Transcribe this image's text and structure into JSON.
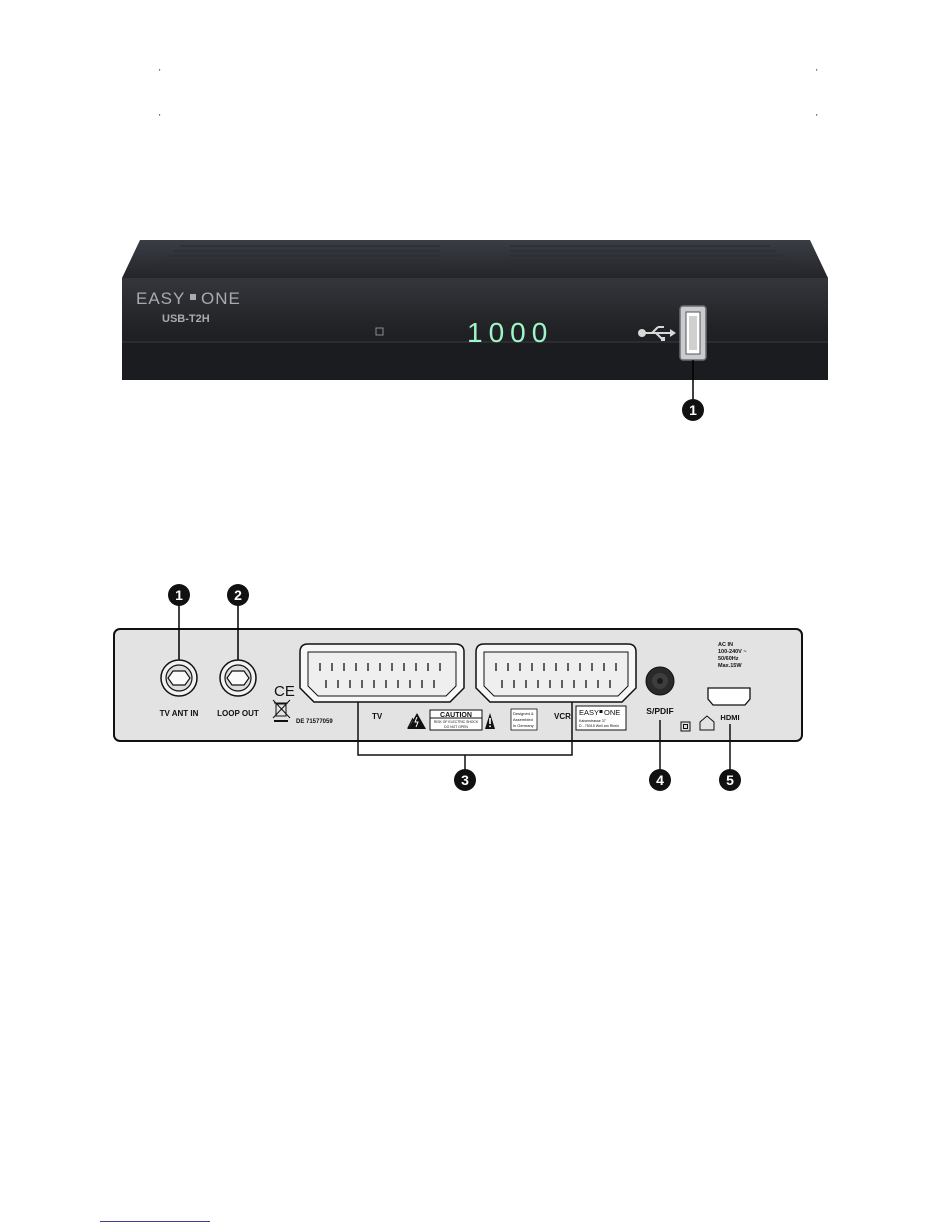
{
  "front_panel": {
    "brand_left": "EASY",
    "brand_right": "ONE",
    "model": "USB-T2H",
    "display_value": "1000",
    "callouts": [
      "1"
    ]
  },
  "rear_panel": {
    "callouts": [
      "1",
      "2",
      "3",
      "4",
      "5"
    ],
    "tv_ant_in": "TV ANT IN",
    "loop_out": "LOOP OUT",
    "ce_mark": "CE",
    "reg_number": "DE 71577059",
    "scart_tv": "TV",
    "scart_vcr": "VCR",
    "caution_title": "CAUTION",
    "caution_line1": "RISK OF ELECTRIC SHOCK",
    "caution_line2": "DO NOT OPEN",
    "designed_line1": "Designed &",
    "designed_line2": "Assembled",
    "designed_line3": "in Germany",
    "label_brand_left": "EASY",
    "label_brand_right": "ONE",
    "label_address1": "Kaiserstrasse 37",
    "label_address2": "D - 75015 Weil am Rhein",
    "spdif": "S/PDIF",
    "hdmi": "HDMI",
    "ac_line1": "AC IN",
    "ac_line2": "100-240V ~",
    "ac_line3": "50/60Hz",
    "ac_line4": "Max.15W"
  }
}
